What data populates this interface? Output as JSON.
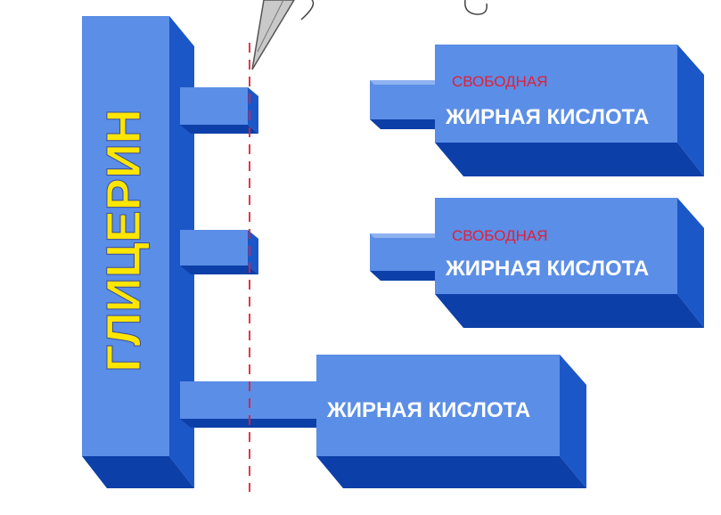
{
  "diagram": {
    "glycerol_label": "ГЛИЦЕРИН",
    "acids": [
      {
        "prefix": "СВОБОДНАЯ",
        "label": "ЖИРНАЯ КИСЛОТА"
      },
      {
        "prefix": "СВОБОДНАЯ",
        "label": "ЖИРНАЯ КИСЛОТА"
      },
      {
        "prefix": "",
        "label": "ЖИРНАЯ КИСЛОТА"
      }
    ],
    "colors": {
      "front": "#5b8ee6",
      "top": "#8fb3f2",
      "side": "#1c57c8",
      "dark": "#0d3fa8",
      "glycerol_text": "#ffe600",
      "prefix_text": "#e0203a",
      "label_text": "#ffffff",
      "cut_line": "#e0203a"
    }
  }
}
